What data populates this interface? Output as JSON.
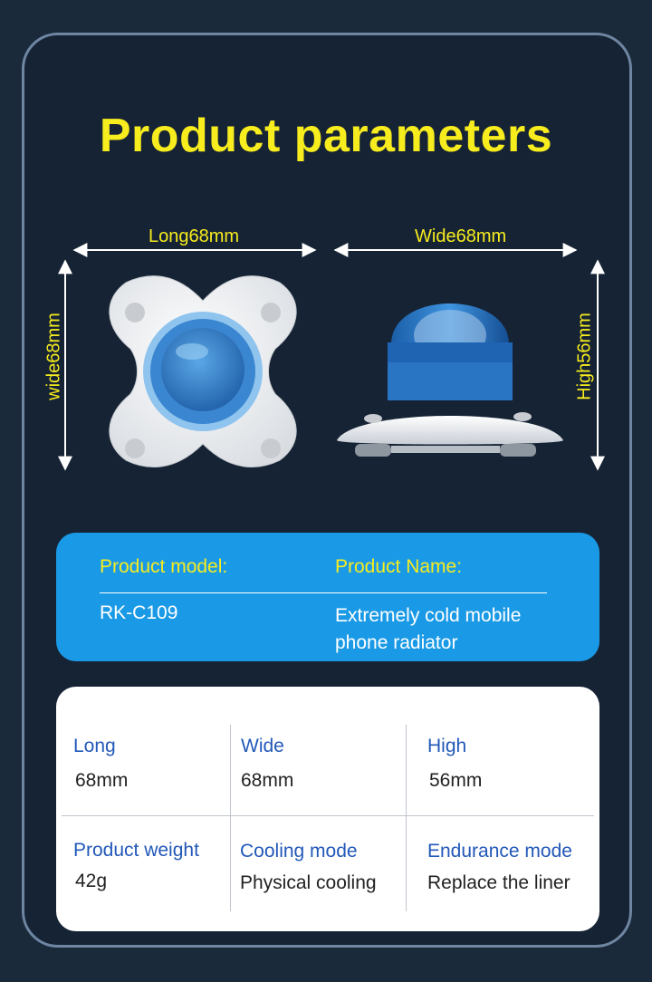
{
  "title": "Product parameters",
  "dimensions": {
    "top_view_length": "Long68mm",
    "top_view_width": "wide68mm",
    "side_view_width": "Wide68mm",
    "side_view_height": "High56mm"
  },
  "info_panel": {
    "model_label": "Product model:",
    "model_value": "RK-C109",
    "name_label": "Product Name:",
    "name_value": "Extremely cold mobile phone radiator"
  },
  "specs": [
    {
      "label": "Long",
      "value": "68mm"
    },
    {
      "label": "Wide",
      "value": "68mm"
    },
    {
      "label": "High",
      "value": "56mm"
    },
    {
      "label": "Product weight",
      "value": "42g"
    },
    {
      "label": "Cooling mode",
      "value": "Physical cooling"
    },
    {
      "label": "Endurance mode",
      "value": "Replace the liner"
    }
  ],
  "colors": {
    "background": "#1b2a3b",
    "title": "#f7ec1e",
    "info_panel": "#1a9ae6",
    "spec_label": "#2258b8"
  }
}
